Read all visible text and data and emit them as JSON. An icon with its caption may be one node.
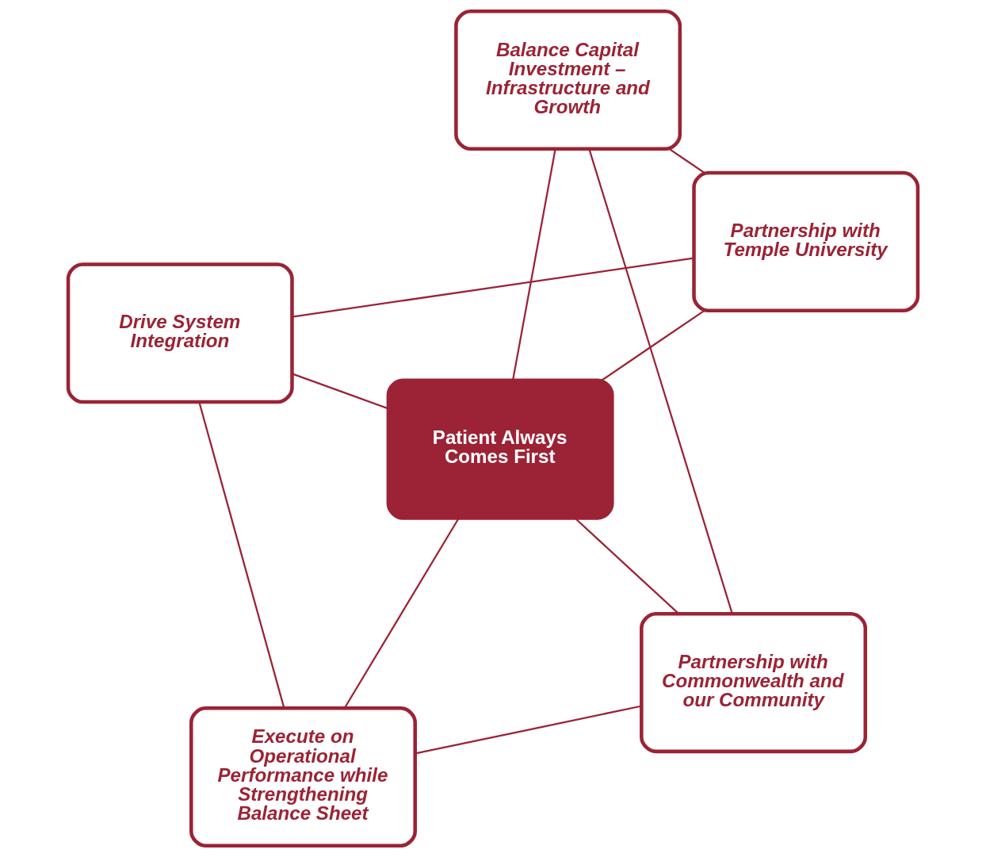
{
  "diagram": {
    "nodes": [
      {
        "text": [
          "Patient Always Comes First"
        ]
      },
      {
        "text": [
          "Partnership with Commonwealth and our Community"
        ]
      },
      {
        "text": [
          "Execute on Operational Performance while Strengthening Balance Sheet"
        ]
      },
      {
        "text": [
          "Drive System Integration"
        ]
      },
      {
        "text": [
          "Partnership with Temple University"
        ]
      },
      {
        "text": [
          "Balance Capital Investment – Infrastructure and Growth"
        ]
      }
    ],
    "edges": [
      {
        "from": 0,
        "to": 1,
        "arrow": "none"
      },
      {
        "from": 0,
        "to": 2,
        "arrow": "none"
      },
      {
        "from": 0,
        "to": 3,
        "arrow": "none"
      },
      {
        "from": 0,
        "to": 4,
        "arrow": "none"
      },
      {
        "from": 0,
        "to": 5,
        "arrow": "none"
      },
      {
        "from": 1,
        "to": 2,
        "arrow": "none"
      },
      {
        "from": 2,
        "to": 3,
        "arrow": "none"
      },
      {
        "from": 3,
        "to": 4,
        "arrow": "none"
      },
      {
        "from": 4,
        "to": 5,
        "arrow": "none"
      },
      {
        "from": 5,
        "to": 1,
        "arrow": "none"
      }
    ]
  }
}
